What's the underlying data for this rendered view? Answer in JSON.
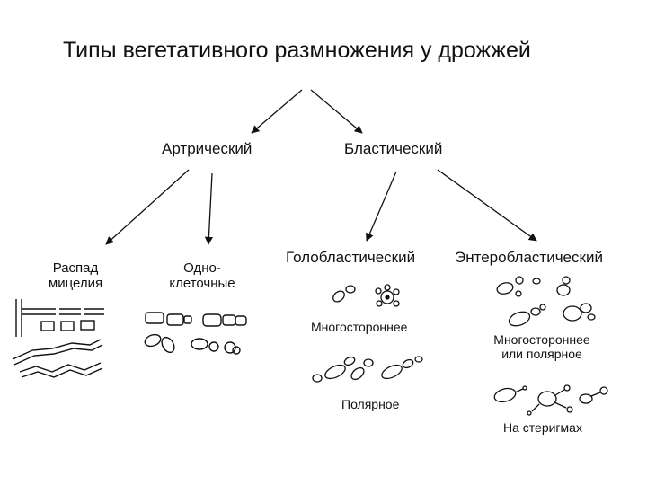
{
  "title": "Типы вегетативного размножения у дрожжей",
  "level1": {
    "arthric": "Артрический",
    "blastic": "Бластический"
  },
  "arthric_children": {
    "mycelium_line1": "Распад",
    "mycelium_line2": "мицелия",
    "unicellular_line1": "Одно-",
    "unicellular_line2": "клеточные"
  },
  "blastic_children": {
    "holoblastic": "Голобластический",
    "enteroblastic": "Энтеробластический"
  },
  "budding": {
    "multilateral": "Многостороннее",
    "polar": "Полярное",
    "multi_or_polar_line1": "Многостороннее",
    "multi_or_polar_line2": "или полярное",
    "on_sterigmata": "На стеригмах"
  }
}
